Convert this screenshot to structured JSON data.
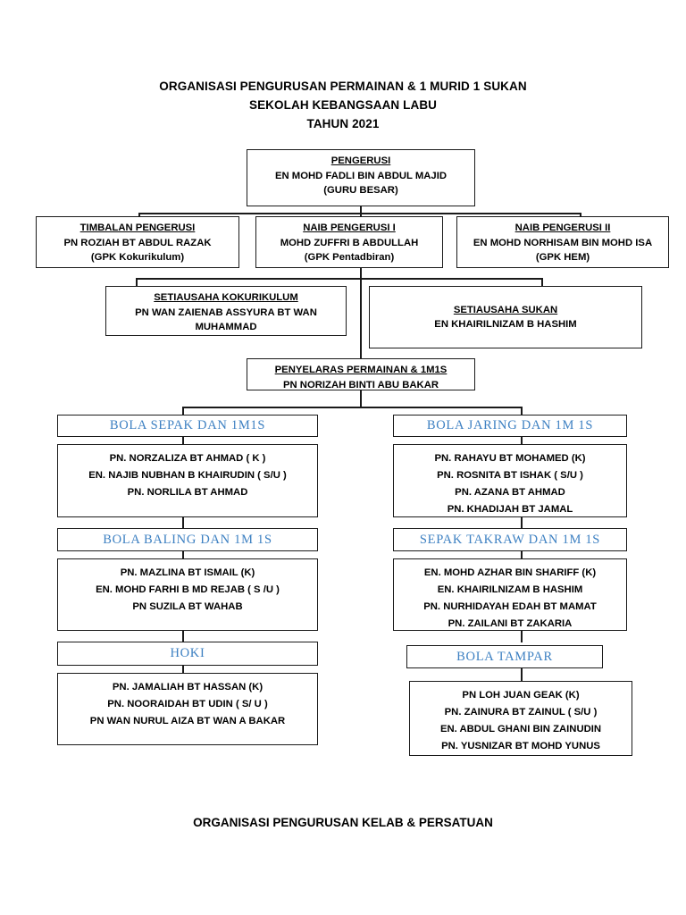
{
  "title": {
    "line1": "ORGANISASI PENGURUSAN PERMAINAN & 1 MURID 1 SUKAN",
    "line2": "SEKOLAH KEBANGSAAN LABU",
    "line3": "TAHUN 2021"
  },
  "footer": {
    "text": "ORGANISASI PENGURUSAN KELAB & PERSATUAN"
  },
  "colors": {
    "sport_header_text": "#3d80c2",
    "border": "#1a1a1a",
    "text": "#000000",
    "background": "#ffffff"
  },
  "chairman": {
    "role": "PENGERUSI",
    "name": "EN MOHD FADLI BIN ABDUL MAJID",
    "position": "(GURU BESAR)"
  },
  "deputies": [
    {
      "role": "TIMBALAN  PENGERUSI",
      "name": "PN ROZIAH BT ABDUL RAZAK",
      "position": "(GPK Kokurikulum)"
    },
    {
      "role": "NAIB PENGERUSI I",
      "name": "MOHD ZUFFRI B ABDULLAH",
      "position": "(GPK Pentadbiran)"
    },
    {
      "role": "NAIB PENGERUSI II",
      "name": "EN MOHD NORHISAM BIN MOHD ISA",
      "position": "(GPK HEM)"
    }
  ],
  "secretaries": [
    {
      "role": "SETIAUSAHA KOKURIKULUM",
      "name_line1": "PN WAN ZAIENAB ASSYURA BT WAN",
      "name_line2": "MUHAMMAD"
    },
    {
      "role": "SETIAUSAHA SUKAN",
      "name_line1": "EN KHAIRILNIZAM B HASHIM",
      "name_line2": ""
    }
  ],
  "coordinator": {
    "role": "PENYELARAS PERMAINAN & 1M1S",
    "name": "PN NORIZAH BINTI ABU BAKAR"
  },
  "sports_left": [
    {
      "header": "BOLA SEPAK DAN 1M1S",
      "members": [
        "PN. NORZALIZA BT AHMAD ( K )",
        "EN. NAJIB NUBHAN B KHAIRUDIN ( S/U )",
        "PN. NORLILA BT AHMAD"
      ]
    },
    {
      "header": "BOLA BALING DAN 1M 1S",
      "members": [
        "PN. MAZLINA BT ISMAIL (K)",
        "EN. MOHD FARHI B MD REJAB ( S /U )",
        "PN SUZILA BT WAHAB"
      ]
    },
    {
      "header": "HOKI",
      "members": [
        "PN. JAMALIAH BT HASSAN (K)",
        "PN. NOORAIDAH BT UDIN ( S/ U )",
        "PN WAN NURUL AIZA BT WAN A BAKAR"
      ]
    }
  ],
  "sports_right": [
    {
      "header": "BOLA JARING DAN 1M 1S",
      "members": [
        "PN. RAHAYU BT MOHAMED (K)",
        "PN.  ROSNITA BT ISHAK ( S/U )",
        "PN. AZANA BT AHMAD",
        "PN. KHADIJAH BT JAMAL"
      ]
    },
    {
      "header": "SEPAK TAKRAW DAN 1M 1S",
      "members": [
        "EN. MOHD AZHAR BIN SHARIFF (K)",
        "EN. KHAIRILNIZAM B HASHIM",
        "PN. NURHIDAYAH EDAH BT MAMAT",
        "PN. ZAILANI BT ZAKARIA"
      ]
    },
    {
      "header": "BOLA TAMPAR",
      "members": [
        "PN LOH JUAN GEAK (K)",
        "PN. ZAINURA BT ZAINUL ( S/U )",
        "EN. ABDUL GHANI BIN ZAINUDIN",
        "PN. YUSNIZAR BT MOHD YUNUS"
      ]
    }
  ]
}
